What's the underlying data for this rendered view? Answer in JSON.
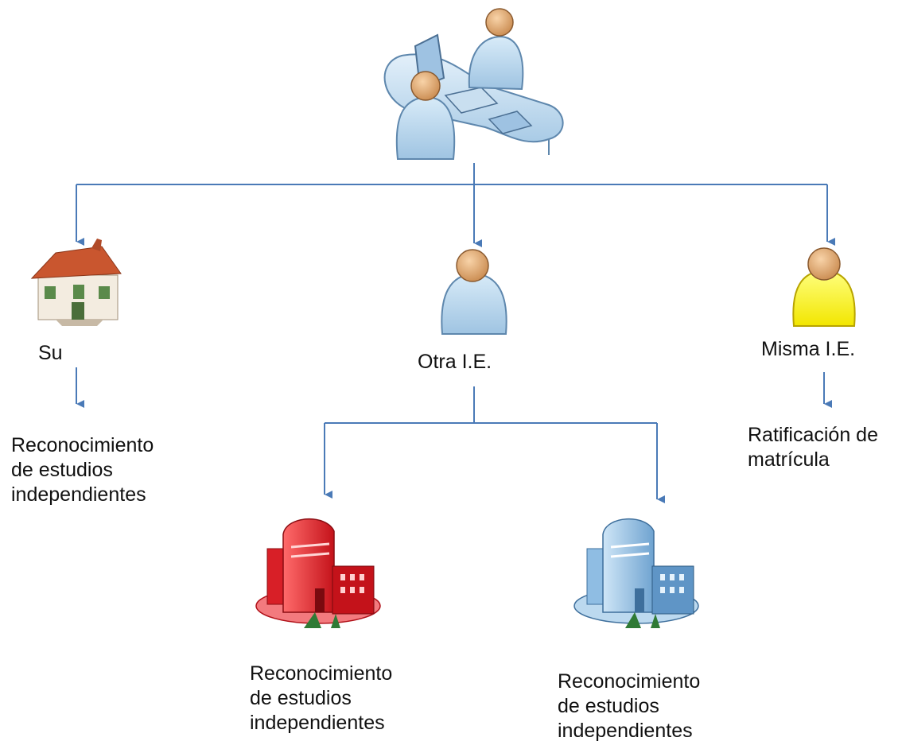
{
  "nodes": {
    "home": {
      "label": "Su"
    },
    "other_school": {
      "label": "Otra I.E."
    },
    "same_school": {
      "label": "Misma I.E."
    }
  },
  "outcomes": {
    "home": [
      "Reconocimiento",
      "de estudios",
      "independientes"
    ],
    "same_school": [
      "Ratificación de",
      "matrícula"
    ],
    "public_school": [
      "Reconocimiento",
      "de estudios",
      "independientes"
    ],
    "private_school": [
      "Reconocimiento",
      "de estudios",
      "independientes"
    ]
  },
  "colors": {
    "connector": "#4a7ab7",
    "person_default": "#b9d6ec",
    "person_highlight": "#ffff33",
    "building_red": "#e8262b",
    "building_blue": "#8fbde3",
    "house_roof": "#c9562f"
  }
}
